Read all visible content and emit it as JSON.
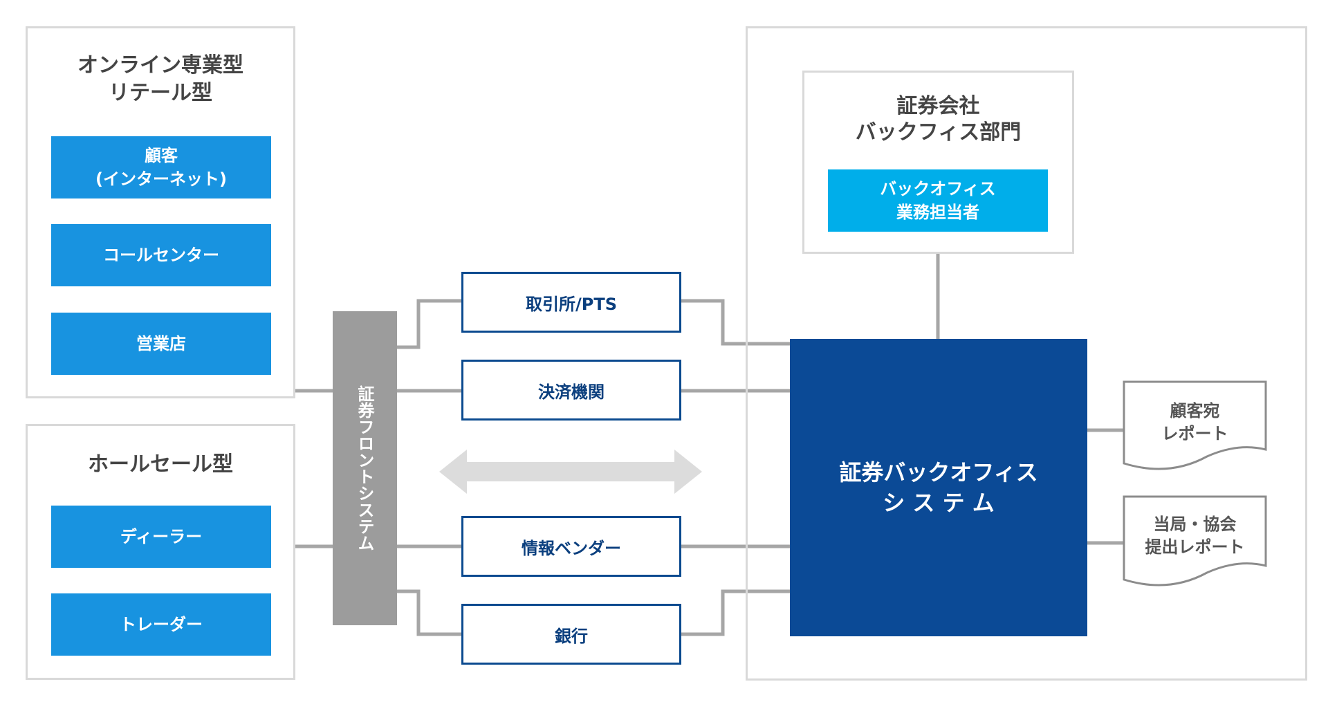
{
  "left_panels": {
    "retail": {
      "title": "オンライン専業型\nリテール型",
      "items": [
        "顧客\n(インターネット)",
        "コールセンター",
        "営業店"
      ]
    },
    "wholesale": {
      "title": "ホールセール型",
      "items": [
        "ディーラー",
        "トレーダー"
      ]
    }
  },
  "front_system": {
    "label": "証券フロントシステム"
  },
  "external": {
    "items": [
      "取引所/PTS",
      "決済機関",
      "情報ベンダー",
      "銀行"
    ]
  },
  "right_panel": {
    "back_office_group": {
      "title": "証券会社\nバックフィス部門",
      "staff": "バックオフィス\n業務担当者"
    },
    "core_system": {
      "line1": "証券バックオフィス",
      "line2": "シ ス テ ム"
    }
  },
  "reports": {
    "customer": "顧客宛\nレポート",
    "authority": "当局・協会\n提出レポート"
  },
  "colors": {
    "panel_border": "#d9d9d9",
    "blue_box": "#1893e0",
    "cyan_box": "#00aeea",
    "navy": "#0b4a96",
    "connector": "#a6a6a6",
    "front_system": "#9c9c9c"
  }
}
